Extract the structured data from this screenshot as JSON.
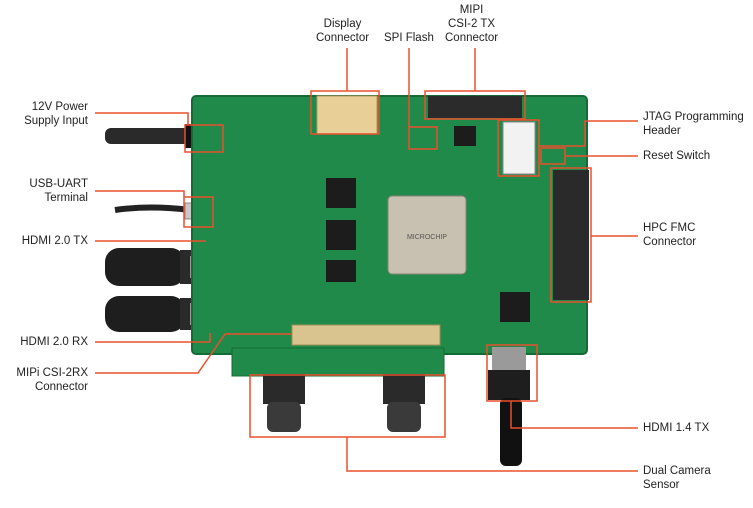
{
  "labels": {
    "display_connector": [
      "Display",
      "Connector"
    ],
    "spi_flash": [
      "SPI Flash"
    ],
    "mipi_csi2_tx": [
      "MIPI",
      "CSI-2 TX",
      "Connector"
    ],
    "jtag_header": [
      "JTAG Programming",
      "Header"
    ],
    "reset_switch": [
      "Reset Switch"
    ],
    "hpc_fmc": [
      "HPC FMC",
      "Connector"
    ],
    "hdmi_14_tx": [
      "HDMI 1.4 TX"
    ],
    "dual_camera": [
      "Dual Camera",
      "Sensor"
    ],
    "power_input": [
      "12V Power",
      "Supply Input"
    ],
    "usb_uart": [
      "USB-UART",
      "Terminal"
    ],
    "hdmi_20_tx": [
      "HDMI 2.0 TX"
    ],
    "hdmi_20_rx": [
      "HDMI 2.0 RX"
    ],
    "mipi_csi2_rx": [
      "MIPi CSI-2RX",
      "Connector"
    ]
  },
  "chip_logo": "MICROCHIP",
  "colors": {
    "leader": "#e8502d",
    "pcb": "#1f8a4a",
    "pcb_dark": "#166b38",
    "label_text": "#222222"
  }
}
